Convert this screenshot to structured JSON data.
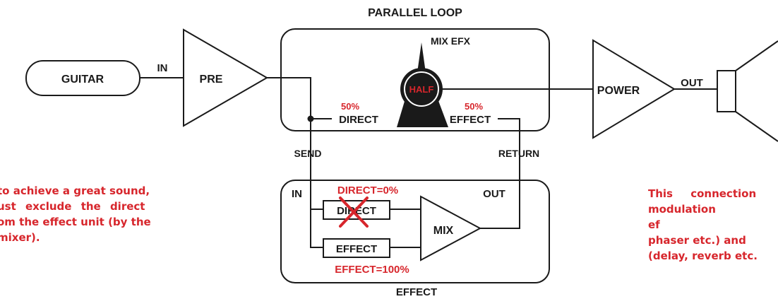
{
  "colors": {
    "line": "#1a1a1a",
    "accent": "#d7262c",
    "background": "#ffffff"
  },
  "labels": {
    "parallel_loop": "PARALLEL LOOP",
    "guitar": "GUITAR",
    "in": "IN",
    "pre": "PRE",
    "mix_efx": "MIX EFX",
    "knob_half": "HALF",
    "direct_pct": "50%",
    "direct": "DIRECT",
    "effect_pct": "50%",
    "effect": "EFFECT",
    "power": "POWER",
    "out": "OUT",
    "send": "SEND",
    "return": "RETURN",
    "unit_in": "IN",
    "unit_out": "OUT",
    "direct_zero": "DIRECT=0%",
    "direct_box": "DIRECT",
    "mix": "MIX",
    "effect_box": "EFFECT",
    "effect_hundred": "EFFECT=100%",
    "effect_unit": "EFFECT"
  },
  "notes": {
    "left": [
      "to achieve a great sound,",
      "ust exclude the direct",
      "om the effect unit (by the",
      "mixer)."
    ],
    "right": [
      "This connection",
      "modulation",
      "ef",
      "phaser etc.) and",
      "(delay, reverb etc."
    ]
  }
}
